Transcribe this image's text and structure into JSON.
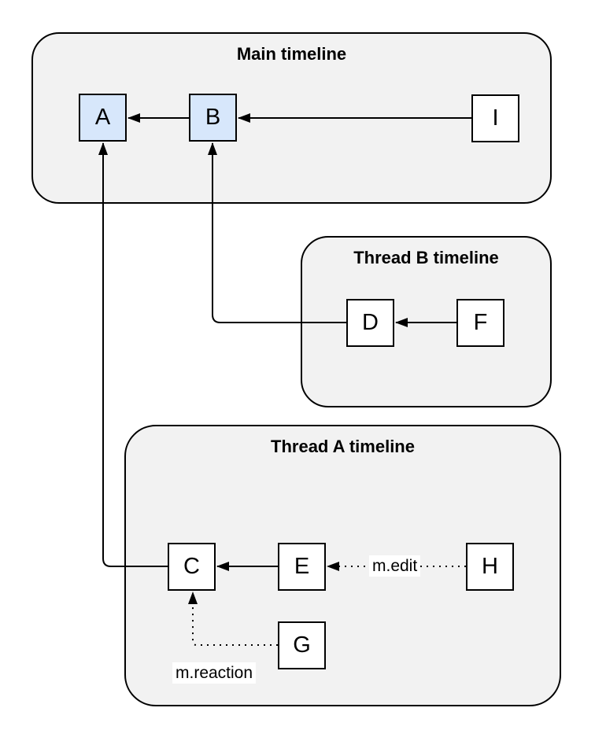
{
  "colors": {
    "group_fill": "#f2f2f2",
    "stroke": "#000000",
    "node_blue": "#d7e7fb",
    "node_white": "#ffffff",
    "label_bg": "#ffffff",
    "text": "#000000"
  },
  "diagram": {
    "groups": {
      "main": {
        "title": "Main timeline"
      },
      "thread_b": {
        "title": "Thread B timeline"
      },
      "thread_a": {
        "title": "Thread A timeline"
      }
    },
    "nodes": {
      "a": "A",
      "b": "B",
      "c": "C",
      "d": "D",
      "e": "E",
      "f": "F",
      "g": "G",
      "h": "H",
      "i": "I"
    },
    "edge_labels": {
      "edit": "m.edit",
      "reaction": "m.reaction"
    },
    "edges": [
      {
        "from": "B",
        "to": "A",
        "style": "solid"
      },
      {
        "from": "I",
        "to": "B",
        "style": "solid"
      },
      {
        "from": "F",
        "to": "D",
        "style": "solid"
      },
      {
        "from": "D",
        "to": "B",
        "style": "solid"
      },
      {
        "from": "E",
        "to": "C",
        "style": "solid"
      },
      {
        "from": "C",
        "to": "A",
        "style": "solid"
      },
      {
        "from": "H",
        "to": "E",
        "style": "dotted",
        "label": "m.edit"
      },
      {
        "from": "G",
        "to": "C",
        "style": "dotted",
        "label": "m.reaction"
      }
    ]
  }
}
